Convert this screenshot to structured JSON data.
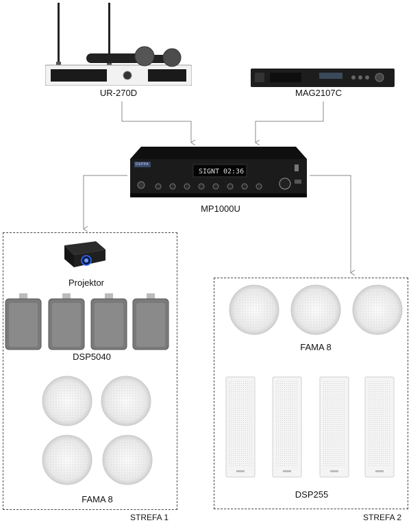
{
  "devices": {
    "receiver": "UR-270D",
    "player": "MAG2107C",
    "amplifier": "MP1000U",
    "amp_display": {
      "left": "SIGNT",
      "right": "02:36",
      "brand": "DSPPA"
    }
  },
  "zone1": {
    "name": "STREFA 1",
    "projector": "Projektor",
    "wall_speakers": "DSP5040",
    "ceiling_speakers": "FAMA 8"
  },
  "zone2": {
    "name": "STREFA 2",
    "ceiling_speakers": "FAMA 8",
    "column_speakers": "DSP255"
  },
  "colors": {
    "line": "#8a8a8a",
    "zone_border": "#444444",
    "device_body": "#1b1b1b"
  }
}
